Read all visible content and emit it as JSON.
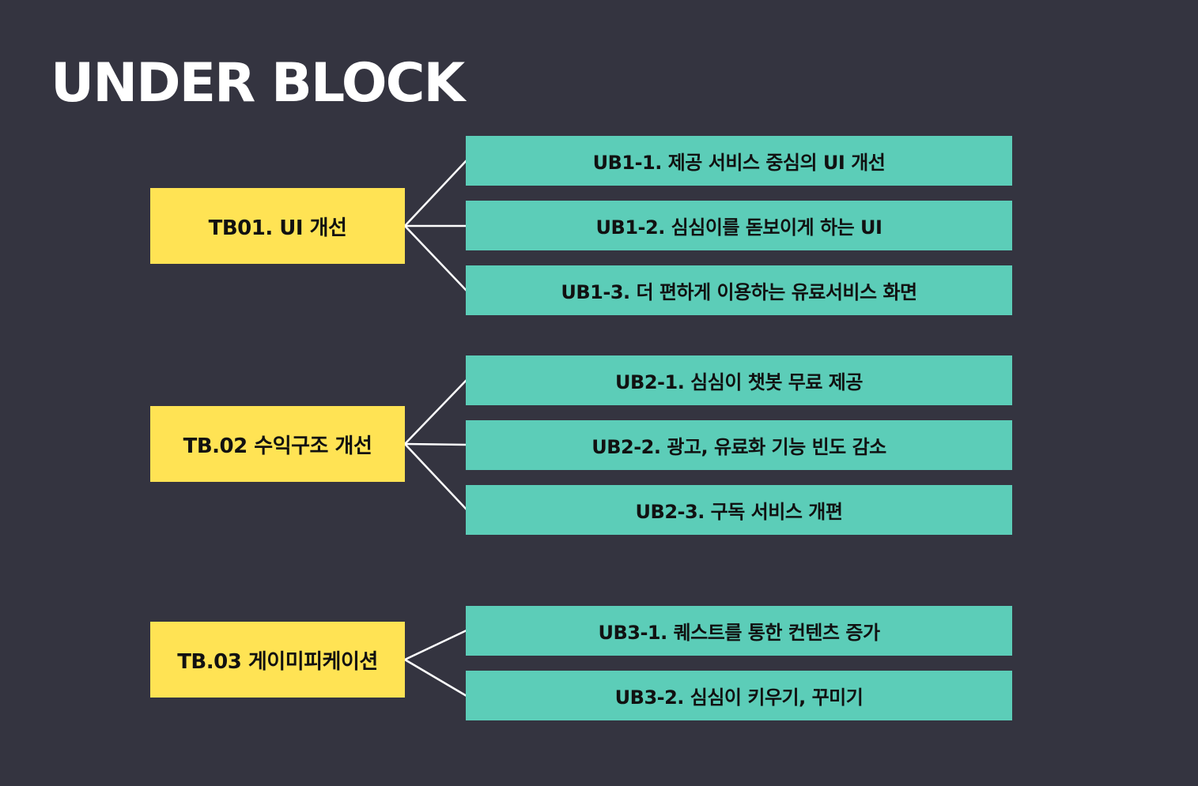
{
  "title": "UNDER BLOCK",
  "colors": {
    "background": "#343440",
    "top_block": "#ffe354",
    "under_block": "#5ccdb8",
    "connector": "#ffffff"
  },
  "groups": [
    {
      "label": "TB01. UI 개선",
      "children": [
        "UB1-1. 제공 서비스 중심의 UI 개선",
        "UB1-2. 심심이를 돋보이게 하는 UI",
        "UB1-3. 더 편하게 이용하는 유료서비스 화면"
      ]
    },
    {
      "label": "TB.02 수익구조 개선",
      "children": [
        "UB2-1. 심심이 챗봇 무료 제공",
        "UB2-2. 광고, 유료화 기능 빈도 감소",
        "UB2-3. 구독 서비스 개편"
      ]
    },
    {
      "label": "TB.03 게이미피케이션",
      "children": [
        "UB3-1. 퀘스트를 통한 컨텐츠 증가",
        "UB3-2. 심심이 키우기, 꾸미기"
      ]
    }
  ]
}
